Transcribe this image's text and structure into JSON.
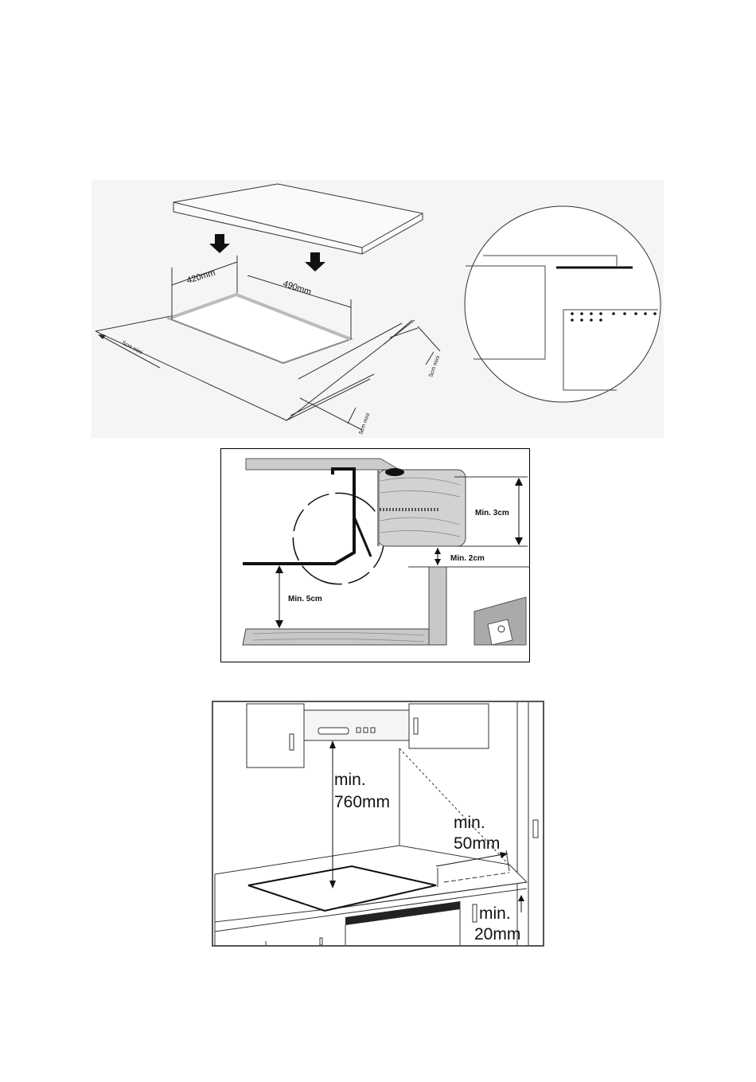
{
  "figure1": {
    "cutout_width": "420mm",
    "cutout_depth": "490mm",
    "clearance_left": "5cm mini",
    "clearance_right": "5cm mini",
    "clearance_front": "5cm mini"
  },
  "figure2": {
    "min_worktop": "Min. 3cm",
    "min_gap": "Min. 2cm",
    "min_below": "Min. 5cm"
  },
  "figure3": {
    "hood_line1": "min.",
    "hood_line2": "760mm",
    "side_line1": "min.",
    "side_line2": "50mm",
    "back_line1": "min.",
    "back_line2": "20mm"
  }
}
